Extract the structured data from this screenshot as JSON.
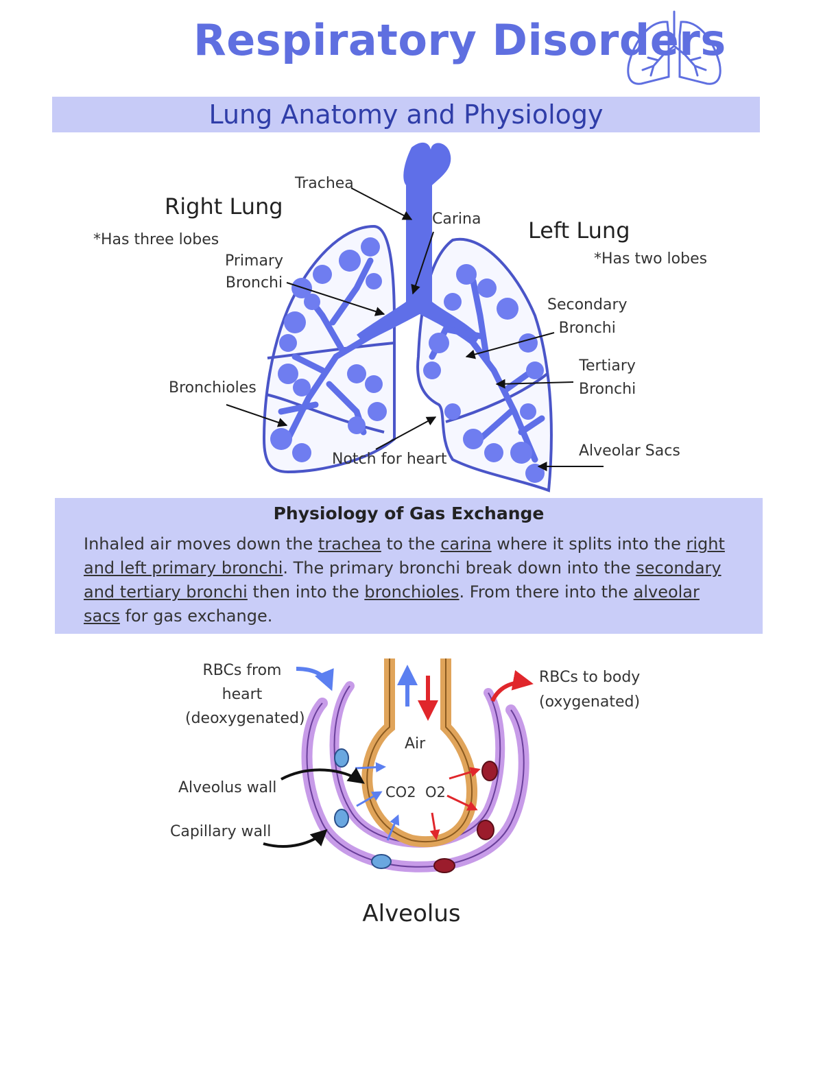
{
  "header": {
    "title": "Respiratory Disorders",
    "icon": "lungs-icon"
  },
  "section": {
    "heading": "Lung Anatomy and Physiology"
  },
  "lung_diagram": {
    "right_lung": "Right Lung",
    "right_note": "*Has three lobes",
    "left_lung": "Left Lung",
    "left_note": "*Has two lobes",
    "trachea": "Trachea",
    "carina": "Carina",
    "primary_bronchi_1": "Primary",
    "primary_bronchi_2": "Bronchi",
    "secondary_bronchi_1": "Secondary",
    "secondary_bronchi_2": "Bronchi",
    "tertiary_bronchi_1": "Tertiary",
    "tertiary_bronchi_2": "Bronchi",
    "bronchioles": "Bronchioles",
    "notch": "Notch for heart",
    "alveolar_sacs": "Alveolar Sacs",
    "colors": {
      "lung_fill": "#7b86f0",
      "outline": "#4a55c8"
    }
  },
  "gas_exchange": {
    "title": "Physiology of Gas Exchange",
    "p1": "Inhaled air moves down the ",
    "u1": "trachea",
    "p2": " to the ",
    "u2": "carina",
    "p3": " where it splits into the ",
    "u3": "right and left primary bronchi",
    "p4": ". The primary bronchi break down into the ",
    "u4": "secondary and tertiary bronchi",
    "p5": " then into the ",
    "u5": "bronchioles",
    "p6": ". From there into the ",
    "u6": "alveolar sacs",
    "p7": " for gas exchange."
  },
  "alveolus": {
    "title": "Alveolus",
    "rbc_from_1": "RBCs from",
    "rbc_from_2": "heart",
    "rbc_from_3": "(deoxygenated)",
    "rbc_to_1": "RBCs to body",
    "rbc_to_2": "(oxygenated)",
    "air": "Air",
    "co2": "CO2",
    "o2": "O2",
    "alveolus_wall": "Alveolus wall",
    "capillary_wall": "Capillary wall",
    "colors": {
      "capillary": "#c79be8",
      "alveolus": "#e0a45a",
      "deoxy": "#5b7ff0",
      "oxy": "#e0262b",
      "rbc_red": "#9b1c2c",
      "rbc_blue": "#6aa7e0"
    }
  }
}
